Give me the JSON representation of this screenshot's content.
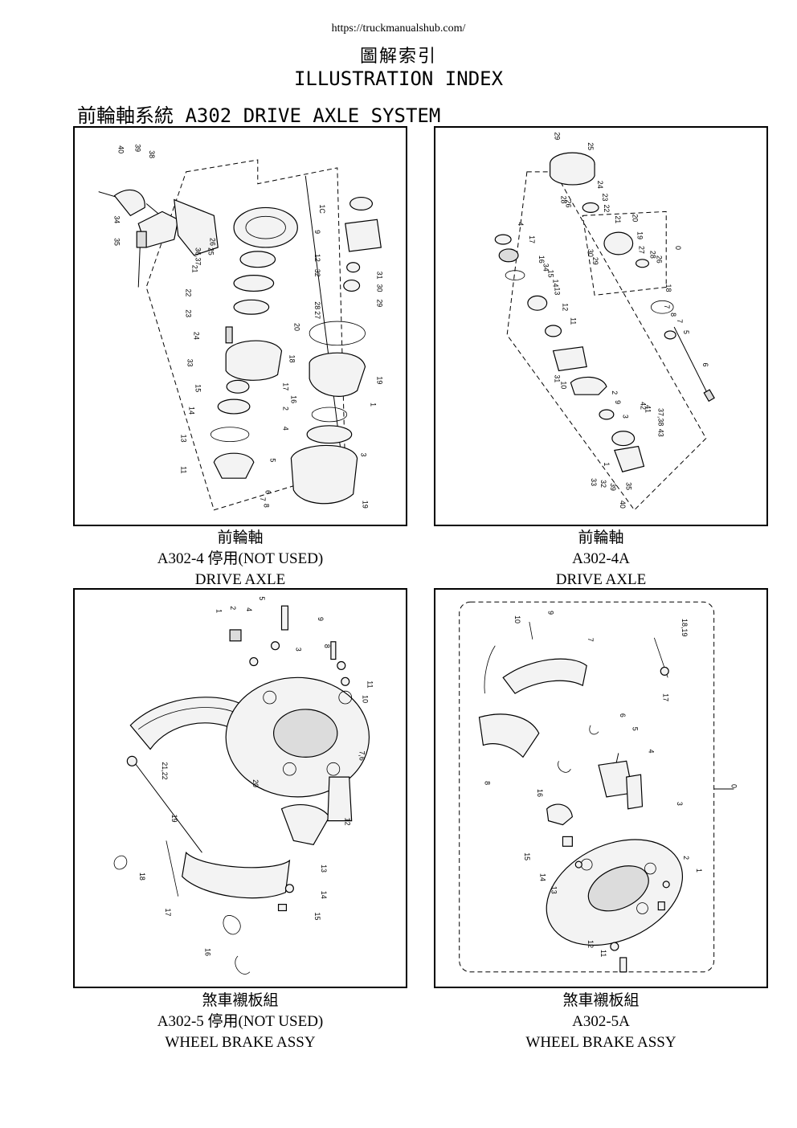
{
  "header": {
    "url": "https://truckmanualshub.com/",
    "title_zh": "圖解索引",
    "title_en": "ILLUSTRATION INDEX",
    "section": "前輪軸系統 A302 DRIVE AXLE SYSTEM"
  },
  "panels": [
    {
      "caption_zh": "前輪軸",
      "code": "A302-4  停用(NOT USED)",
      "caption_en": "DRIVE AXLE",
      "callouts": [
        "40",
        "39",
        "38",
        "34",
        "35",
        "36,37",
        "26",
        "25",
        "21",
        "22",
        "23",
        "24",
        "33",
        "15",
        "14",
        "13",
        "11",
        "6",
        "7",
        "8",
        "1C",
        "9",
        "12",
        "32",
        "31",
        "30",
        "29",
        "28",
        "27",
        "20",
        "18",
        "19",
        "17",
        "16",
        "1",
        "2",
        "4",
        "3",
        "5",
        "19"
      ]
    },
    {
      "caption_zh": "前輪軸",
      "code": "A302-4A",
      "caption_en": "DRIVE AXLE",
      "callouts": [
        "29",
        "25",
        "28",
        "26",
        "24",
        "23",
        "22",
        "21",
        "20",
        "19",
        "0",
        "30",
        "29",
        "27",
        "28",
        "26",
        "18",
        "7",
        "8",
        "7",
        "5",
        "4",
        "17",
        "16",
        "34",
        "15",
        "14",
        "13",
        "12",
        "11",
        "31",
        "10",
        "2",
        "9",
        "3",
        "42",
        "41",
        "37,38",
        "43",
        "35",
        "1",
        "33",
        "32",
        "39",
        "40",
        "6"
      ]
    },
    {
      "caption_zh": "煞車襯板組",
      "code": "A302-5  停用(NOT USED)",
      "caption_en": "WHEEL BRAKE ASSY",
      "callouts": [
        "5",
        "1",
        "2",
        "4",
        "3",
        "9",
        "8",
        "11",
        "10",
        "7,6",
        "21,22",
        "20",
        "19",
        "12",
        "13",
        "14",
        "15",
        "18",
        "17",
        "16"
      ]
    },
    {
      "caption_zh": "煞車襯板組",
      "code": "A302-5A",
      "caption_en": "WHEEL BRAKE ASSY",
      "callouts": [
        "10",
        "9",
        "7",
        "18,19",
        "17",
        "6",
        "5",
        "4",
        "8",
        "16",
        "3",
        "0",
        "15",
        "14",
        "13",
        "2",
        "1",
        "12",
        "11"
      ]
    }
  ]
}
